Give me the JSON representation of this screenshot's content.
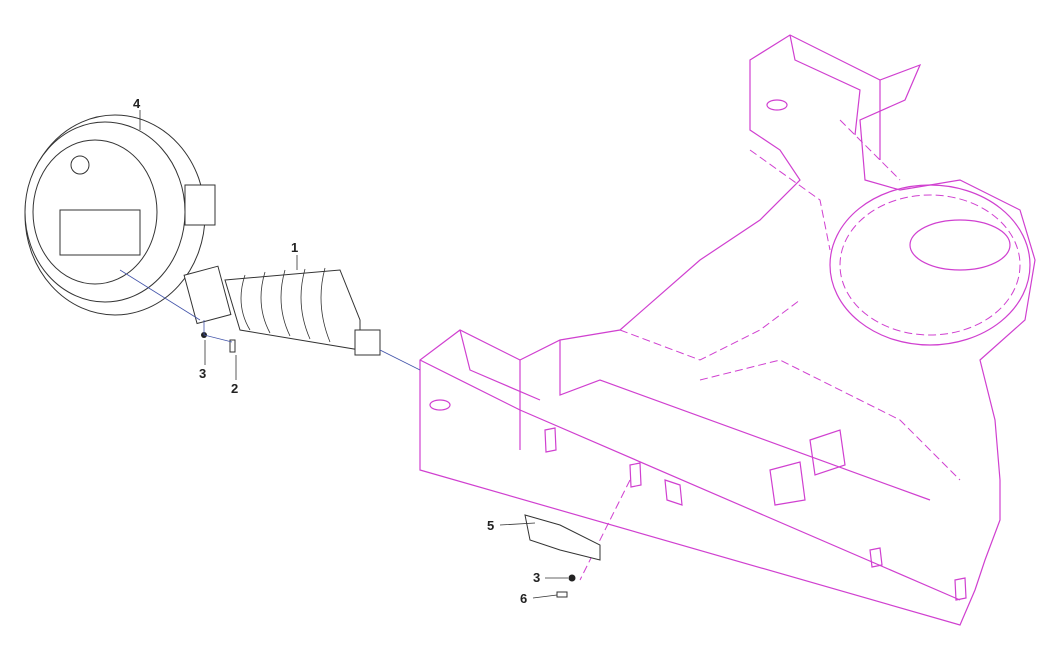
{
  "diagram": {
    "callouts": [
      {
        "id": "callout-4",
        "text": "4",
        "part": "idler-wheel"
      },
      {
        "id": "callout-1",
        "text": "1",
        "part": "track-adjuster-spring"
      },
      {
        "id": "callout-3a",
        "text": "3",
        "part": "washer"
      },
      {
        "id": "callout-2",
        "text": "2",
        "part": "bolt"
      },
      {
        "id": "callout-5",
        "text": "5",
        "part": "guard-bracket"
      },
      {
        "id": "callout-3b",
        "text": "3",
        "part": "washer"
      },
      {
        "id": "callout-6",
        "text": "6",
        "part": "bolt"
      }
    ],
    "colors": {
      "frame": "#d040d0",
      "parts": "#333333",
      "axis": "#4455aa"
    }
  }
}
